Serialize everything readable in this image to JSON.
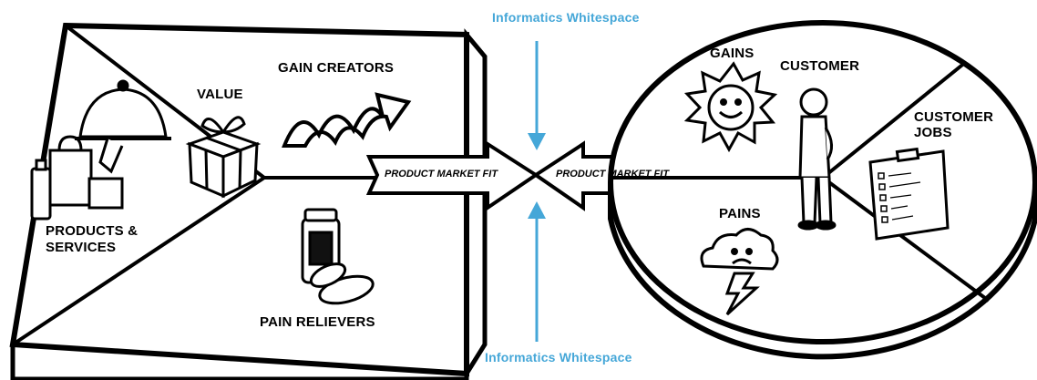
{
  "annotations": {
    "top": "Informatics Whitespace",
    "bottom": "Informatics Whitespace",
    "arrow_color": "#45a7d8"
  },
  "value_map": {
    "value": "VALUE",
    "gain_creators": "GAIN CREATORS",
    "products_services_line1": "PRODUCTS &",
    "products_services_line2": "SERVICES",
    "pain_relievers": "PAIN RELIEVERS"
  },
  "fit": {
    "left_arrow": "PRODUCT MARKET FIT",
    "right_arrow": "PRODUCT MARKET FIT"
  },
  "customer_profile": {
    "gains": "GAINS",
    "customer": "CUSTOMER",
    "customer_jobs_line1": "CUSTOMER",
    "customer_jobs_line2": "JOBS",
    "pains": "PAINS"
  }
}
